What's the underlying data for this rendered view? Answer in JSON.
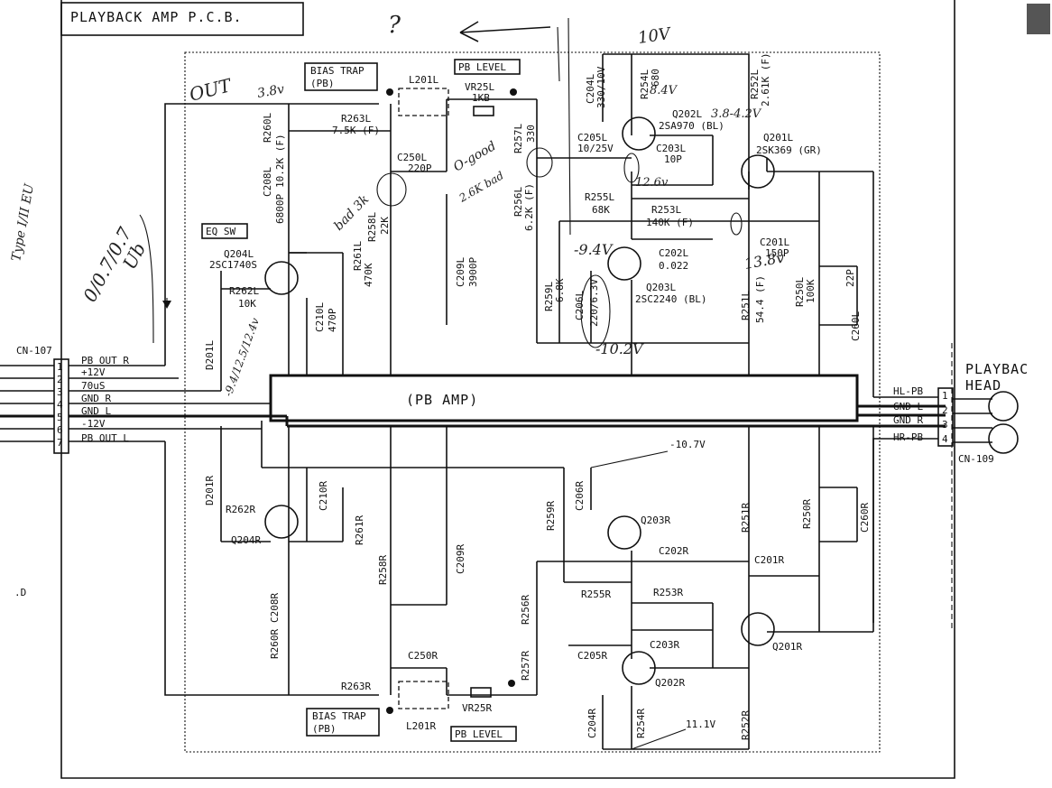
{
  "header": {
    "title": "PLAYBACK AMP P.C.B."
  },
  "center_label": "(PB AMP)",
  "playback_head": {
    "line1": "PLAYBAC",
    "line2": "HEAD"
  },
  "connectors": {
    "cn107": {
      "name": "CN-107",
      "pins": [
        {
          "num": "1",
          "label": "PB OUT R"
        },
        {
          "num": "2",
          "label": "+12V"
        },
        {
          "num": "3",
          "label": "70uS"
        },
        {
          "num": "4",
          "label": "GND R"
        },
        {
          "num": "5",
          "label": "GND L"
        },
        {
          "num": "6",
          "label": "-12V"
        },
        {
          "num": "7",
          "label": "PB OUT L"
        }
      ]
    },
    "cn109": {
      "name": "CN-109",
      "pins": [
        {
          "num": "1",
          "label": "HL-PB"
        },
        {
          "num": "2",
          "label": "GND L"
        },
        {
          "num": "3",
          "label": "GND R"
        },
        {
          "num": "4",
          "label": "HR-PB"
        }
      ]
    }
  },
  "boxes": {
    "bias_trap_top": [
      "BIAS TRAP",
      "(PB)"
    ],
    "pb_level_top": "PB LEVEL",
    "eq_sw": "EQ SW",
    "bias_trap_bottom": [
      "BIAS TRAP",
      "(PB)"
    ],
    "pb_level_bottom": "PB LEVEL"
  },
  "components_left": [
    {
      "name": "L201L"
    },
    {
      "name": "VR25L",
      "value": "1KB"
    },
    {
      "name": "R263L",
      "value": "7.5K (F)"
    },
    {
      "name": "C250L",
      "value": "220P"
    },
    {
      "name": "R260L",
      "value": "10.2K (F)"
    },
    {
      "name": "C208L",
      "value": "6800P"
    },
    {
      "name": "Q204L",
      "value": "2SC1740S"
    },
    {
      "name": "R262L",
      "value": "10K"
    },
    {
      "name": "R261L",
      "value": "470K"
    },
    {
      "name": "C210L",
      "value": "470P"
    },
    {
      "name": "D201L"
    },
    {
      "name": "R258L",
      "value": "22K"
    },
    {
      "name": "C209L",
      "value": "3900P"
    },
    {
      "name": "R257L",
      "value": "330"
    },
    {
      "name": "R256L",
      "value": "6.2K (F)"
    },
    {
      "name": "C204L",
      "value": "330/10V"
    },
    {
      "name": "R254L",
      "value": "680"
    },
    {
      "name": "C205L",
      "value": "10/25V"
    },
    {
      "name": "Q202L",
      "value": "2SA970 (BL)"
    },
    {
      "name": "C203L",
      "value": "10P"
    },
    {
      "name": "R255L",
      "value": "68K"
    },
    {
      "name": "R253L",
      "value": "140K (F)"
    },
    {
      "name": "C202L",
      "value": "0.022"
    },
    {
      "name": "R259L",
      "value": "6.8K"
    },
    {
      "name": "C206L",
      "value": "220/6.3V"
    },
    {
      "name": "Q203L",
      "value": "2SC2240 (BL)"
    },
    {
      "name": "R252L",
      "value": "2.61K (F)"
    },
    {
      "name": "Q201L",
      "value": "2SK369 (GR)"
    },
    {
      "name": "C201L",
      "value": "150P"
    },
    {
      "name": "R251L",
      "value": "54.4 (F)"
    },
    {
      "name": "R250L",
      "value": "100K"
    },
    {
      "name": "C260L",
      "value": "22P"
    }
  ],
  "components_right": [
    {
      "name": "D201R"
    },
    {
      "name": "R262R"
    },
    {
      "name": "Q204R"
    },
    {
      "name": "C210R"
    },
    {
      "name": "R261R"
    },
    {
      "name": "C208R"
    },
    {
      "name": "R260R"
    },
    {
      "name": "R258R"
    },
    {
      "name": "C209R"
    },
    {
      "name": "R263R"
    },
    {
      "name": "C250R"
    },
    {
      "name": "L201R"
    },
    {
      "name": "VR25R"
    },
    {
      "name": "R259R"
    },
    {
      "name": "C206R"
    },
    {
      "name": "Q203R"
    },
    {
      "name": "C202R"
    },
    {
      "name": "R255R"
    },
    {
      "name": "R253R"
    },
    {
      "name": "R256R"
    },
    {
      "name": "R257R"
    },
    {
      "name": "C205R"
    },
    {
      "name": "C203R"
    },
    {
      "name": "Q202R"
    },
    {
      "name": "C204R"
    },
    {
      "name": "R254R"
    },
    {
      "name": "R252R"
    },
    {
      "name": "R251R"
    },
    {
      "name": "C201R"
    },
    {
      "name": "Q201R"
    },
    {
      "name": "R250R"
    },
    {
      "name": "C260R"
    }
  ],
  "voltages": {
    "bottom_minus": "-10.7V",
    "bottom_plus": "11.1V",
    "margin_d": ".D"
  },
  "handwritten_notes": {
    "arrow_note": "?",
    "ten_v": "10V",
    "out": "OUT",
    "out_v": "3.8v",
    "type_note": "Type I/II EU",
    "ub": "Ub",
    "ub_values": "0/0.7/0.7",
    "q204_values": "-9.4/12.5/12.4v",
    "bad": "bad 3k",
    "good": "O-good",
    "good2": "2.6K bad",
    "q202_e": "8.4V",
    "q202_b": "3.8-4.2V",
    "q202_c": "12.6v",
    "q203": "-9.4V",
    "q201": "13.8v",
    "minus_10": "-10.2V"
  }
}
